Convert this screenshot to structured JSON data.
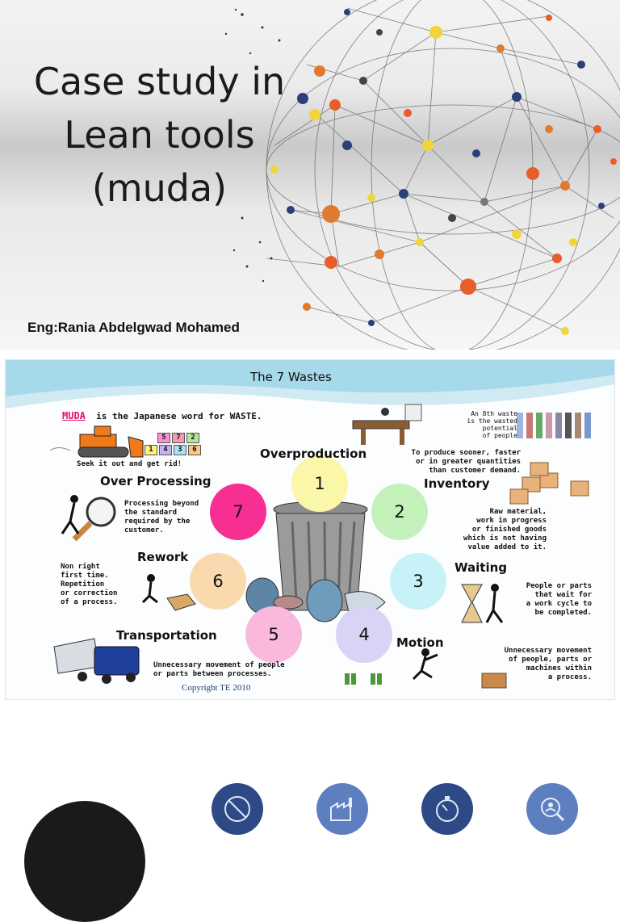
{
  "slide1": {
    "title_lines": [
      "Case study in",
      "Lean tools",
      "(muda)"
    ],
    "author": "Eng:Rania Abdelgwad Mohamed"
  },
  "slide2": {
    "header": "The 7 Wastes",
    "muda_word": "MUDA",
    "muda_def": "is the Japanese word for WASTE.",
    "blocks": [
      "5",
      "7",
      "2",
      "1",
      "4",
      "3",
      "6"
    ],
    "seek": "Seek it out and get rid!",
    "eighth_waste": [
      "An 8th waste",
      "is the wasted",
      "potential",
      "of people"
    ],
    "copyright": "Copyright TE 2010",
    "wastes": [
      {
        "num": "1",
        "name": "Overproduction",
        "desc": [
          "To produce sooner, faster",
          "or in greater quantities",
          "than customer demand."
        ],
        "color": "#fbf7a8"
      },
      {
        "num": "2",
        "name": "Inventory",
        "desc": [
          "Raw material,",
          "work in progress",
          "or finished goods",
          "which is not having",
          "value added to it."
        ],
        "color": "#c4f1b9"
      },
      {
        "num": "3",
        "name": "Waiting",
        "desc": [
          "People or parts",
          "that wait for",
          "a work cycle to",
          "be completed."
        ],
        "color": "#c6f2f8"
      },
      {
        "num": "4",
        "name": "Motion",
        "desc": [
          "Unnecessary movement",
          "of people, parts or",
          "machines within",
          "a process."
        ],
        "color": "#d9d3f6"
      },
      {
        "num": "5",
        "name": "Transportation",
        "desc": [
          "Unnecessary movement of people",
          "or parts between processes."
        ],
        "color": "#fab8dd"
      },
      {
        "num": "6",
        "name": "Rework",
        "desc": [
          "Non right",
          "first time.",
          "Repetition",
          "or correction",
          "of a process."
        ],
        "color": "#fbd9ae"
      },
      {
        "num": "7",
        "name": "Over Processing",
        "desc": [
          "Processing beyond",
          "the standard",
          "required by the",
          "customer."
        ],
        "color": "#f72f92"
      }
    ]
  },
  "colors": {
    "muda": "#e2136f",
    "header_band": "#bfe4ef",
    "icon_fill": "#2d4a86"
  },
  "bottom_icons": [
    "no-sign-icon",
    "factory-icon",
    "timer-icon",
    "magnifier-person-icon"
  ]
}
